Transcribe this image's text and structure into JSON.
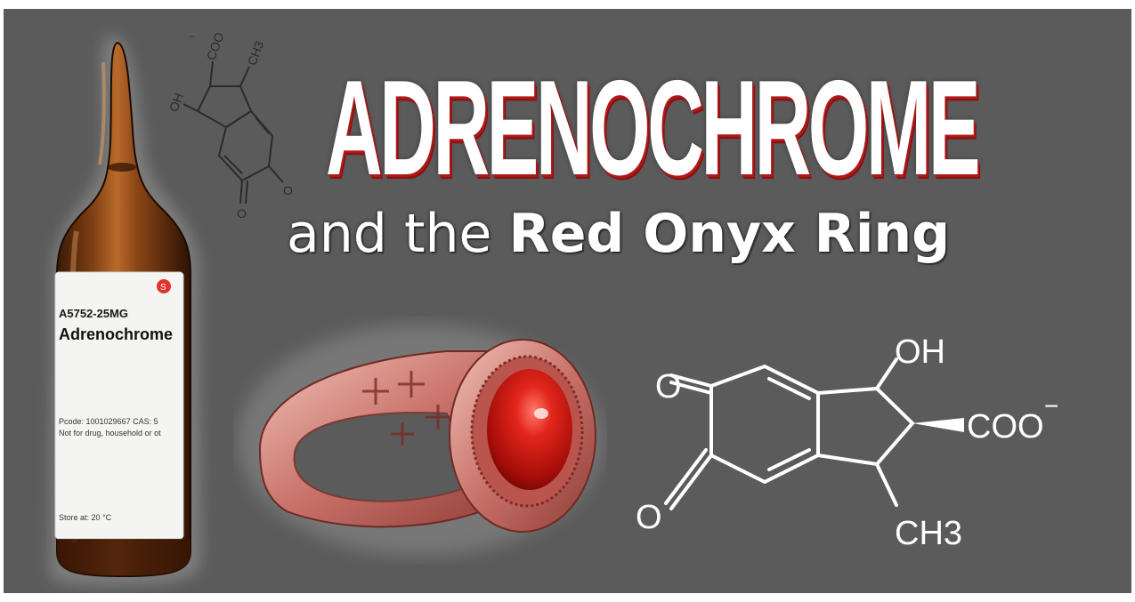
{
  "banner": {
    "title": "ADRENOCHROME",
    "subtitle_prefix": "and the ",
    "subtitle_bold": "Red Onyx Ring"
  },
  "vial": {
    "product_code": "A5752-25MG",
    "product_name": "Adrenochrome",
    "cas_line": "Pcode: 1001029667 CAS: 5",
    "use_line": "Not for drug, household or ot",
    "store_line": "Store at: 20 °C",
    "brand_mark": "S"
  },
  "molecule_large": {
    "oh_label": "OH",
    "coo_label": "COO",
    "charge_label": "−",
    "ch3_label": "CH3",
    "o_top_label": "O",
    "o_bottom_label": "O"
  },
  "molecule_small": {
    "oh_label": "OH",
    "coo_label": "COO",
    "charge_label": "−",
    "ch3_label": "CH3",
    "o_right_label": "O",
    "o_bottom_label": "O"
  },
  "colors": {
    "background": "#5b5b5b",
    "title_shadow": "#b01818",
    "ring_metal": "#c9726a",
    "ring_stone": "#d41a12"
  }
}
